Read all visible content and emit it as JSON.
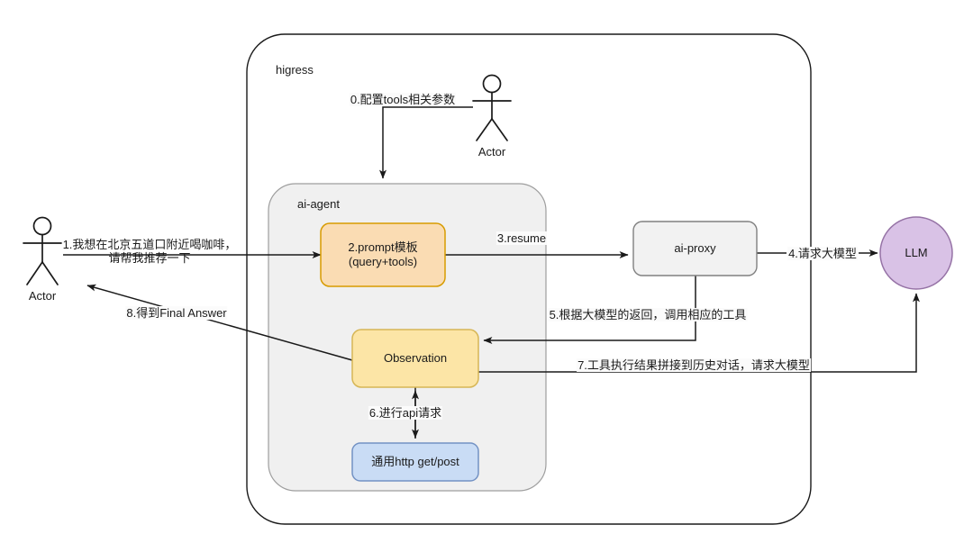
{
  "diagram": {
    "type": "flow-architecture",
    "containers": [
      {
        "id": "higress",
        "label": "higress",
        "fill": "#ffffff",
        "stroke": "#000000"
      },
      {
        "id": "ai-agent",
        "label": "ai-agent",
        "fill": "#f0f0f0",
        "stroke": "#9e9e9e"
      }
    ],
    "nodes": [
      {
        "id": "actor-left",
        "label": "Actor",
        "shape": "actor"
      },
      {
        "id": "actor-top",
        "label": "Actor",
        "shape": "actor"
      },
      {
        "id": "prompt",
        "label_line1": "2.prompt模板",
        "label_line2": "(query+tools)",
        "shape": "rounded-rect",
        "fill": "#fadcb3",
        "stroke": "#d79b00"
      },
      {
        "id": "observation",
        "label": "Observation",
        "shape": "rounded-rect",
        "fill": "#fce5a6",
        "stroke": "#d6b656"
      },
      {
        "id": "http",
        "label": "通用http get/post",
        "shape": "rounded-rect",
        "fill": "#c9dcf5",
        "stroke": "#7392c4"
      },
      {
        "id": "ai-proxy",
        "label": "ai-proxy",
        "shape": "rounded-rect",
        "fill": "#f2f2f2",
        "stroke": "#808080"
      },
      {
        "id": "llm",
        "label": "LLM",
        "shape": "circle",
        "fill": "#d9c2e6",
        "stroke": "#9673a6"
      }
    ],
    "edges": [
      {
        "id": "e0",
        "label": "0.配置tools相关参数",
        "from": "actor-top",
        "to": "ai-agent"
      },
      {
        "id": "e1",
        "label_line1": "1.我想在北京五道口附近喝咖啡，",
        "label_line2": "请帮我推荐一下",
        "from": "actor-left",
        "to": "prompt"
      },
      {
        "id": "e3",
        "label": "3.resume",
        "from": "prompt",
        "to": "ai-proxy"
      },
      {
        "id": "e4",
        "label": "4.请求大模型",
        "from": "ai-proxy",
        "to": "llm"
      },
      {
        "id": "e5",
        "label": "5.根据大模型的返回，调用相应的工具",
        "from": "ai-proxy",
        "to": "observation"
      },
      {
        "id": "e6",
        "label": "6.进行api请求",
        "from": "observation",
        "to": "http"
      },
      {
        "id": "e7",
        "label": "7.工具执行结果拼接到历史对话，请求大模型",
        "from": "observation",
        "to": "llm"
      },
      {
        "id": "e8",
        "label": "8.得到Final Answer",
        "from": "observation",
        "to": "actor-left"
      }
    ]
  }
}
